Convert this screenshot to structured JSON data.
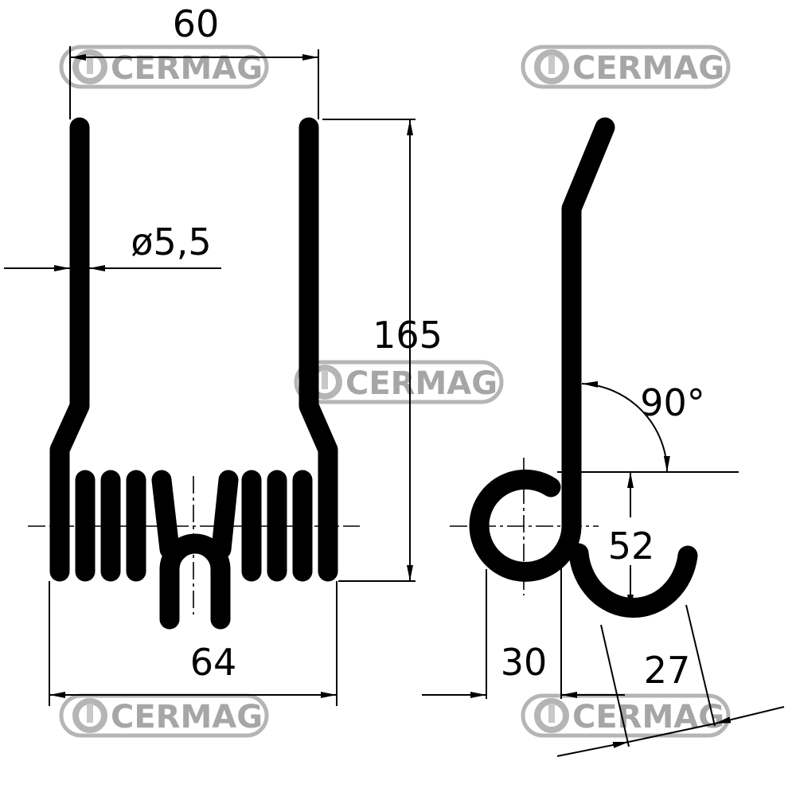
{
  "drawing": {
    "dimensions": {
      "width_top": "60",
      "wire_diameter": "ø5,5",
      "height": "165",
      "angle": "90°",
      "offset": "52",
      "coil_diameter": "30",
      "hook_width": "27",
      "width_bottom": "64"
    },
    "views": [
      "front-view",
      "side-view"
    ]
  },
  "watermarks": [
    "CERMAG",
    "CERMAG",
    "CERMAG",
    "CERMAG",
    "CERMAG"
  ],
  "colors": {
    "line": "#000000",
    "watermark": "#a6a6a6"
  }
}
